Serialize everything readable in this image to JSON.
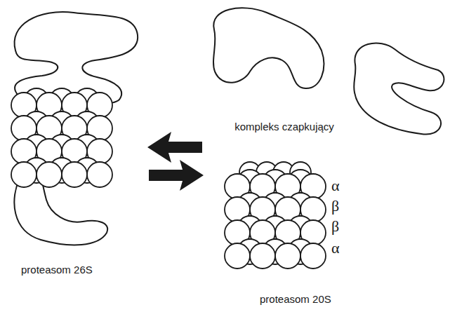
{
  "diagram": {
    "labels": [
      "kompleks czapkujący",
      "proteasom 26S",
      "proteasom 20S",
      "α",
      "β",
      "β",
      "α"
    ]
  }
}
